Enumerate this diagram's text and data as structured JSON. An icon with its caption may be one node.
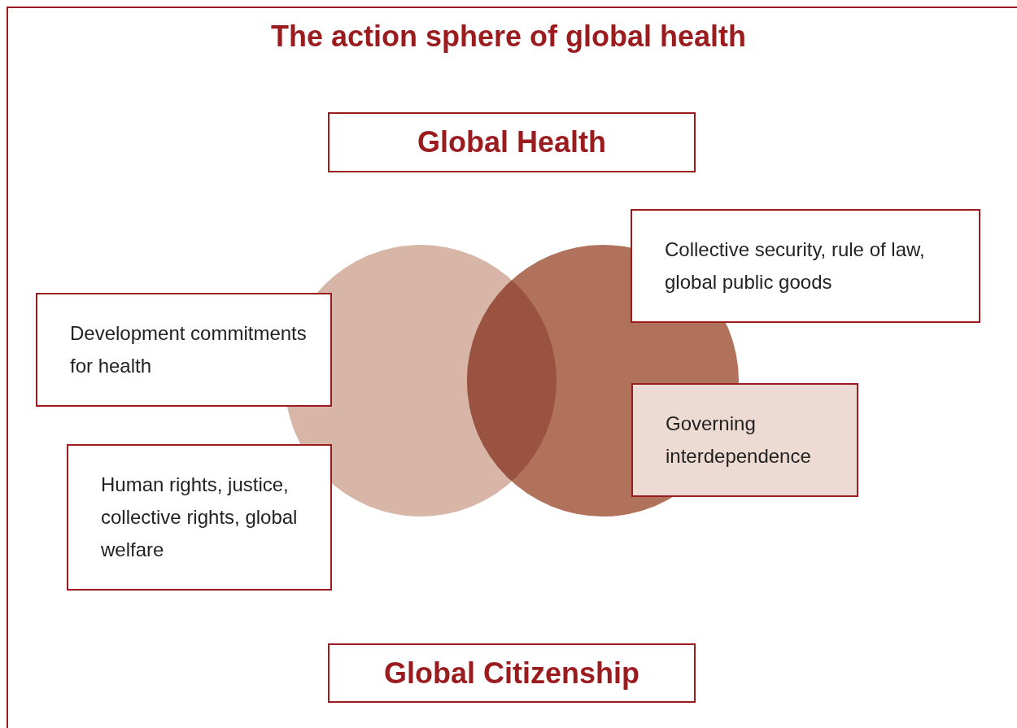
{
  "diagram": {
    "title": "The action sphere of global health",
    "nodes": [
      {
        "text": [
          "Global Health"
        ]
      },
      {
        "text": [
          "Collective security, rule of law, global public goods"
        ]
      },
      {
        "text": [
          "Development commitments for health"
        ]
      },
      {
        "text": [
          "Governing interdependence"
        ]
      },
      {
        "text": [
          "Human rights, justice, collective rights, global welfare"
        ]
      },
      {
        "text": [
          "Global Citizenship"
        ]
      }
    ]
  }
}
